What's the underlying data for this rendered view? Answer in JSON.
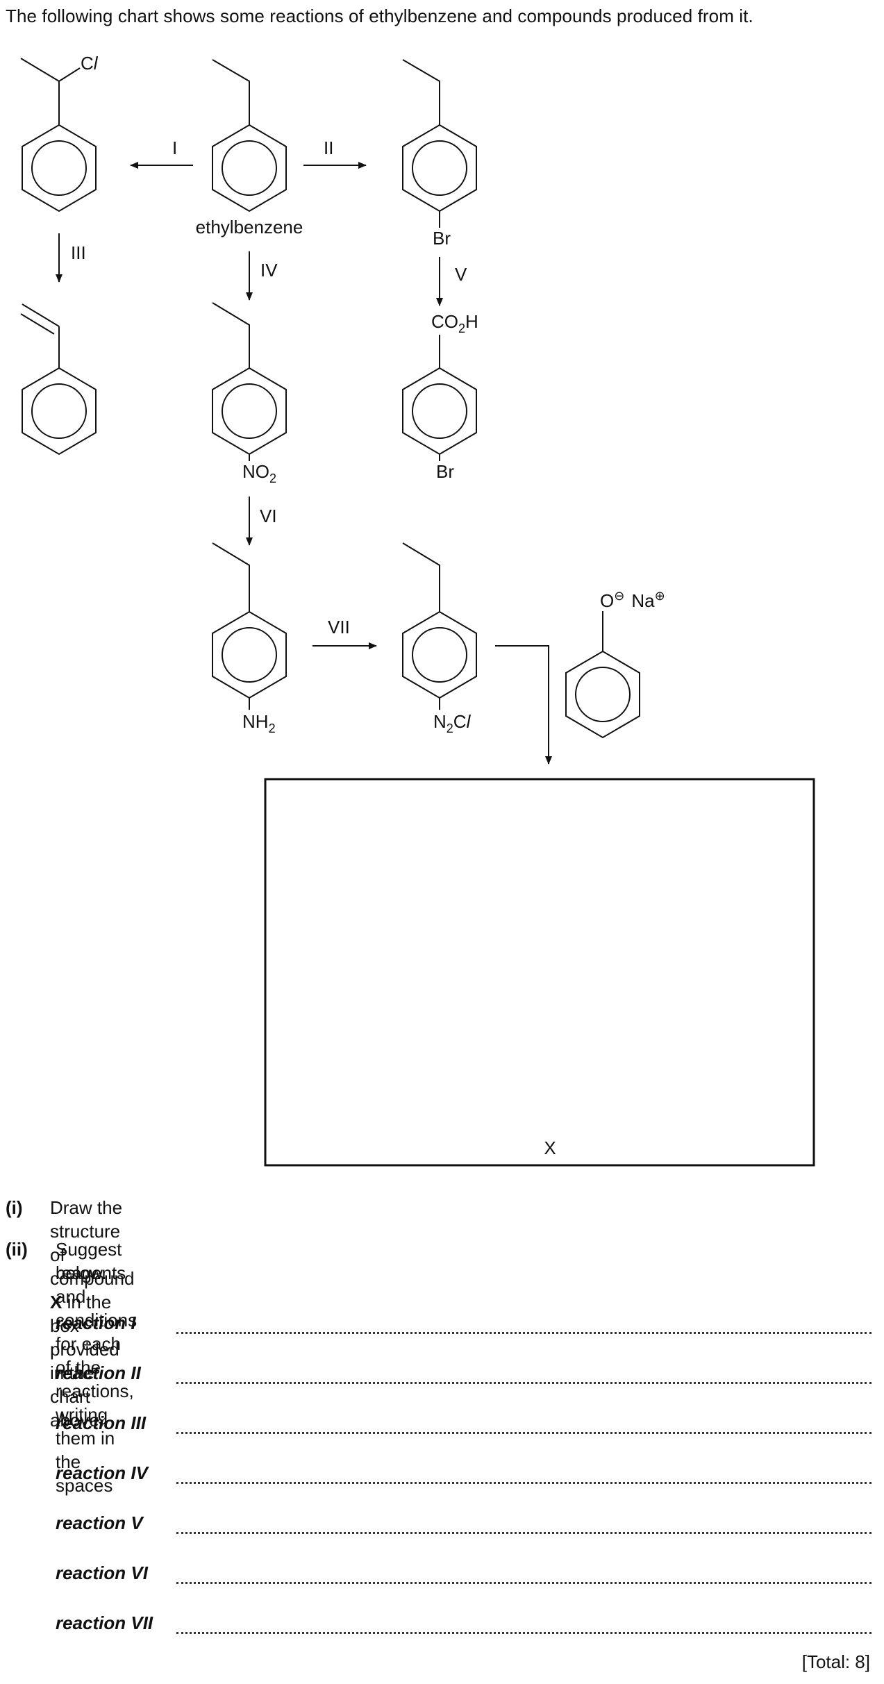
{
  "intro": "The following chart shows some reactions of ethylbenzene and compounds produced from it.",
  "labels": {
    "ethylbenzene": "ethylbenzene",
    "arrows": {
      "I": "I",
      "II": "II",
      "III": "III",
      "IV": "IV",
      "V": "V",
      "VI": "VI",
      "VII": "VII"
    },
    "br_top": "Br",
    "co2h": {
      "co": "CO",
      "sub": "2",
      "h": "H"
    },
    "br_bottom": "Br",
    "no2": {
      "no": "NO",
      "sub": "2"
    },
    "nh2": {
      "nh": "NH",
      "sub": "2"
    },
    "n2cl": {
      "n": "N",
      "sub": "2",
      "c": "C",
      "l": "l"
    },
    "cl_top": {
      "c": "C",
      "l": "l"
    },
    "phenoxide": {
      "o": "O",
      "minus": "⊖",
      "na": "Na",
      "plus": "⊕"
    },
    "box_x": "X"
  },
  "questions": [
    {
      "num": "(i)",
      "pre": "Draw the structure of compound ",
      "bold": "X",
      "post": " in the box provided in the chart above."
    },
    {
      "num": "(ii)",
      "line1": "Suggest reagents and conditions for each of the reactions, writing them in the spaces",
      "line2": "below."
    }
  ],
  "reactions": [
    "reaction I",
    "reaction II",
    "reaction III",
    "reaction IV",
    "reaction V",
    "reaction VI",
    "reaction VII"
  ],
  "total": "[Total: 8]"
}
